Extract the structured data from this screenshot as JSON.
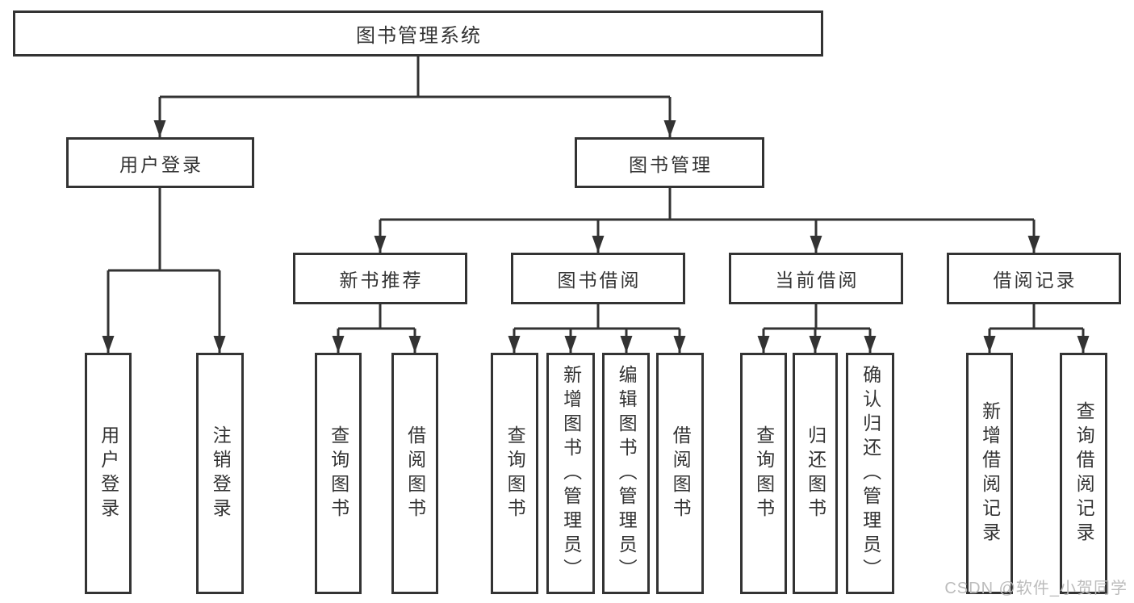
{
  "diagram": {
    "root": "图书管理系统",
    "level2": {
      "user_login": "用户登录",
      "book_management": "图书管理"
    },
    "user_login_children": [
      "用户登录",
      "注销登录"
    ],
    "modules": [
      "新书推荐",
      "图书借阅",
      "当前借阅",
      "借阅记录"
    ],
    "module_children": {
      "new_book_recommend": [
        "查询图书",
        "借阅图书"
      ],
      "book_borrow": [
        "查询图书",
        "新增图书（管理员）",
        "编辑图书（管理员）",
        "借阅图书"
      ],
      "current_borrow": [
        "查询图书",
        "归还图书",
        "确认归还（管理员）"
      ],
      "borrow_record": [
        "新增借阅记录",
        "查询借阅记录"
      ]
    }
  },
  "watermark": "CSDN @软件_小贺同学",
  "colors": {
    "line": "#333333",
    "text": "#333333",
    "box_background": "#ffffff",
    "watermark": "#bcbcbc",
    "background": "#ffffff"
  }
}
